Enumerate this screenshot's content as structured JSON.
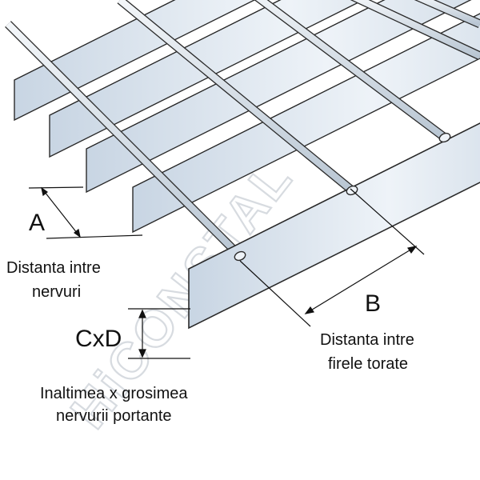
{
  "diagram": {
    "label_a": "A",
    "caption_a": [
      "Distanta intre",
      "nervuri"
    ],
    "label_b": "B",
    "caption_b": [
      "Distanta intre",
      "firele torate"
    ],
    "label_cd": "CxD",
    "caption_cd": [
      "Inaltimea x grosimea",
      "nervurii portante"
    ],
    "watermark": "HiCONSTAL",
    "colors": {
      "bar_face": "#d7e1ec",
      "bar_face_light": "#eef3f8",
      "bar_top": "#c2cfdc",
      "rod": "#c9d4df",
      "outline": "#2a2a2a",
      "watermark": "#d7dbe0"
    }
  }
}
